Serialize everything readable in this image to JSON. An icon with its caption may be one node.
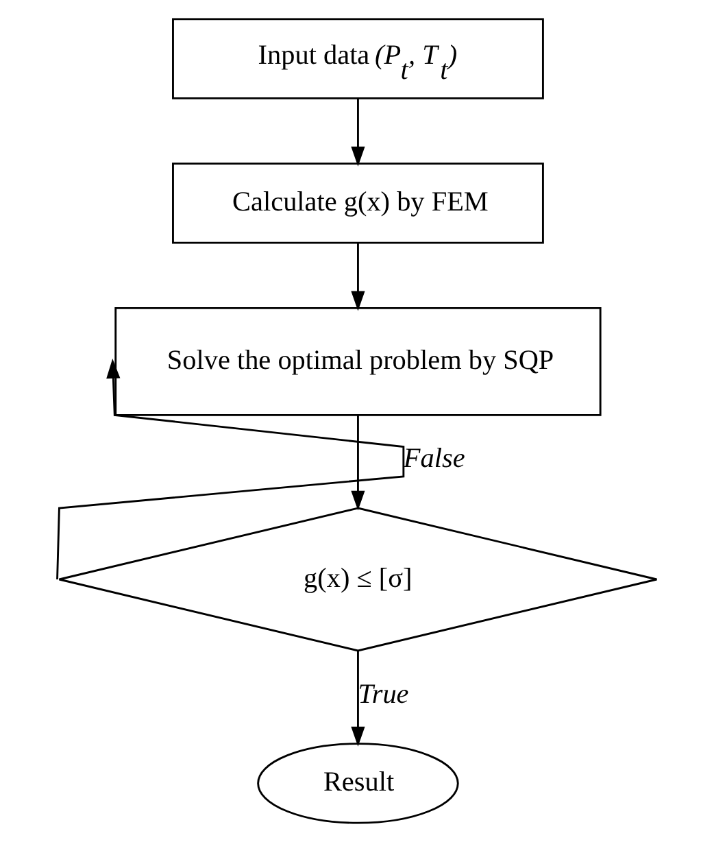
{
  "diagram": {
    "nodes": [
      {
        "text": [
          "Input data *(P$_{t}$, T$_{t}$)*"
        ]
      },
      {
        "text": [
          "Calculate g(x) by FEM"
        ]
      },
      {
        "text": [
          "Solve the optimal problem by SQP"
        ]
      },
      {
        "text": [
          "g(x) ≤ [σ]"
        ]
      },
      {
        "text": [
          "Result"
        ]
      }
    ],
    "edges": [
      {
        "from": 0,
        "to": 1,
        "arrow": "to"
      },
      {
        "from": 1,
        "to": 2,
        "arrow": "to"
      },
      {
        "from": 2,
        "to": 3,
        "arrow": "to"
      },
      {
        "from": 3,
        "to": 2,
        "arrow": "to",
        "label": "False"
      },
      {
        "from": 3,
        "to": 4,
        "arrow": "to",
        "label": "True"
      }
    ]
  }
}
